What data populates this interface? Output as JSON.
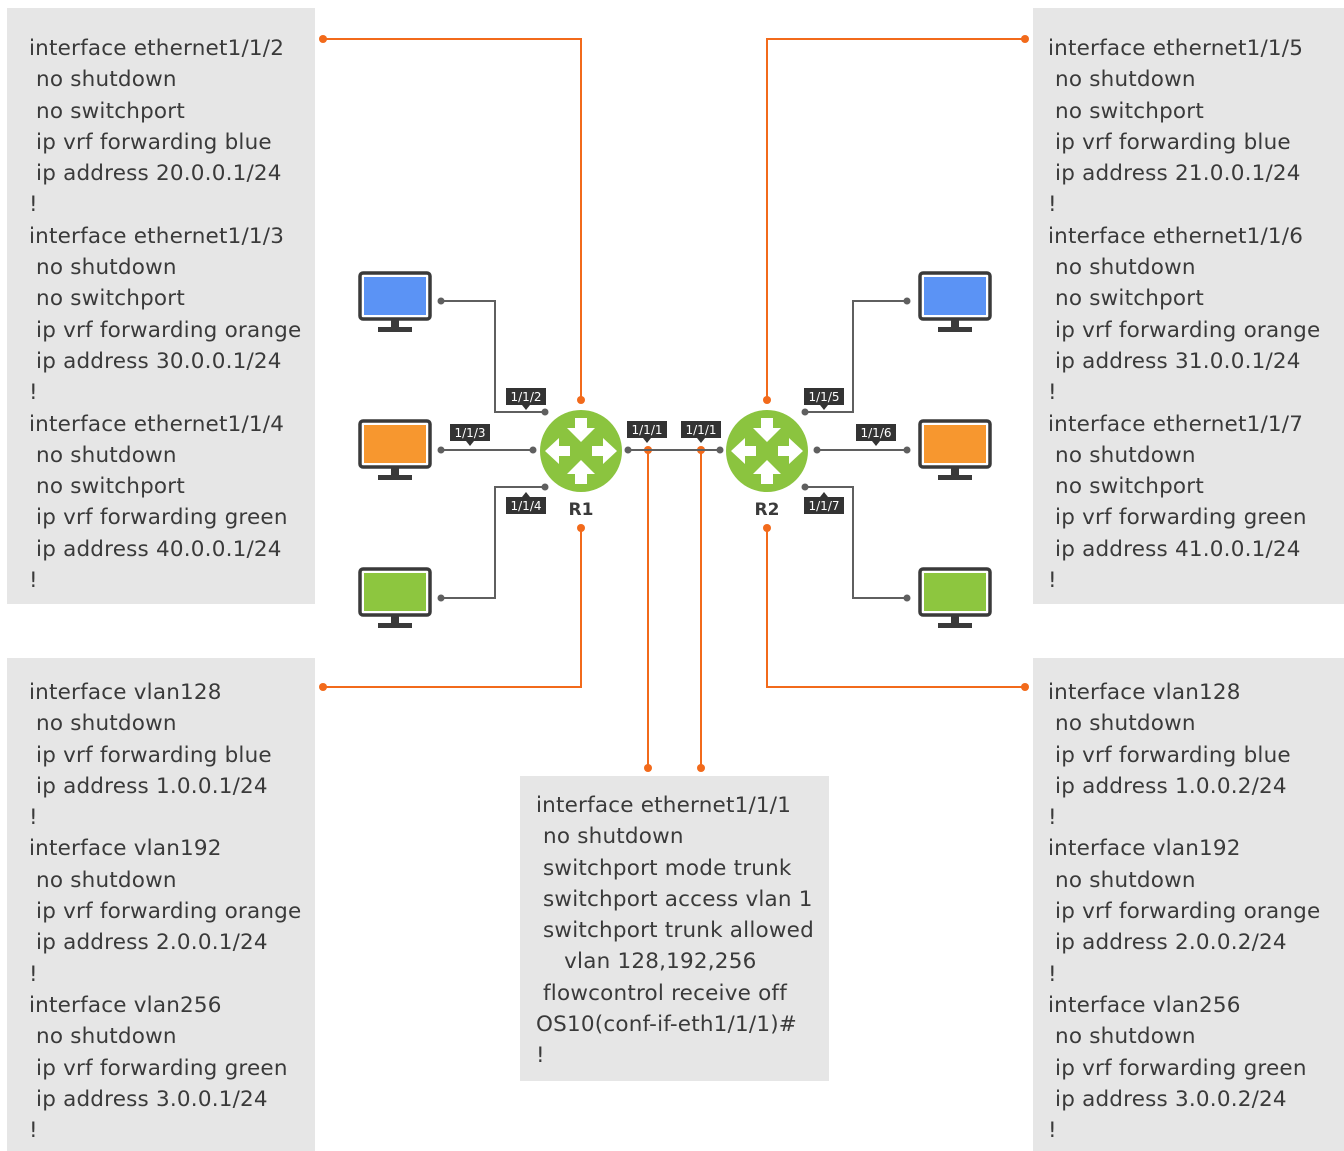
{
  "colors": {
    "config_box_bg": "#e6e6e6",
    "orange_link": "#f26a1b",
    "gray_link": "#5f5f5f",
    "router_green": "#8bc43f",
    "monitor_blue": "#5b93f5",
    "monitor_orange": "#f7972f",
    "monitor_green": "#8dc63f",
    "port_tag_bg": "#333333"
  },
  "icons": {
    "router": "router-icon",
    "pc": "desktop-monitor-icon"
  },
  "routers": {
    "r1": "R1",
    "r2": "R2"
  },
  "ports": {
    "r1": [
      "1/1/2",
      "1/1/3",
      "1/1/4",
      "1/1/1"
    ],
    "r2": [
      "1/1/5",
      "1/1/6",
      "1/1/7",
      "1/1/1"
    ]
  },
  "config_r1_eth": [
    "interface ethernet1/1/2",
    " no shutdown",
    " no switchport",
    " ip vrf forwarding blue",
    " ip address 20.0.0.1/24",
    "!",
    "interface ethernet1/1/3",
    " no shutdown",
    " no switchport",
    " ip vrf forwarding orange",
    " ip address 30.0.0.1/24",
    "!",
    "interface ethernet1/1/4",
    " no shutdown",
    " no switchport",
    " ip vrf forwarding green",
    " ip address 40.0.0.1/24",
    "!"
  ],
  "config_r2_eth": [
    "interface ethernet1/1/5",
    " no shutdown",
    " no switchport",
    " ip vrf forwarding blue",
    " ip address 21.0.0.1/24",
    "!",
    "interface ethernet1/1/6",
    " no shutdown",
    " no switchport",
    " ip vrf forwarding orange",
    " ip address 31.0.0.1/24",
    "!",
    "interface ethernet1/1/7",
    " no shutdown",
    " no switchport",
    " ip vrf forwarding green",
    " ip address 41.0.0.1/24",
    "!"
  ],
  "config_r1_vlan": [
    "interface vlan128",
    " no shutdown",
    " ip vrf forwarding blue",
    " ip address 1.0.0.1/24",
    "!",
    "interface vlan192",
    " no shutdown",
    " ip vrf forwarding orange",
    " ip address 2.0.0.1/24",
    "!",
    "interface vlan256",
    " no shutdown",
    " ip vrf forwarding green",
    " ip address 3.0.0.1/24",
    "!"
  ],
  "config_r2_vlan": [
    "interface vlan128",
    " no shutdown",
    " ip vrf forwarding blue",
    " ip address 1.0.0.2/24",
    "!",
    "interface vlan192",
    " no shutdown",
    " ip vrf forwarding orange",
    " ip address 2.0.0.2/24",
    "!",
    "interface vlan256",
    " no shutdown",
    " ip vrf forwarding green",
    " ip address 3.0.0.2/24",
    "!"
  ],
  "config_trunk": [
    "interface ethernet1/1/1",
    " no shutdown",
    " switchport mode trunk",
    " switchport access vlan 1",
    " switchport trunk allowed",
    "    vlan 128,192,256",
    " flowcontrol receive off",
    "OS10(conf-if-eth1/1/1)#",
    "!"
  ]
}
